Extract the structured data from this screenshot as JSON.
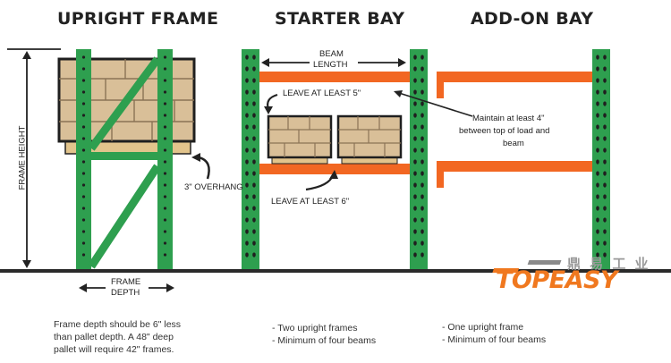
{
  "titles": {
    "upright_frame": "UPRIGHT FRAME",
    "starter_bay": "STARTER BAY",
    "add_on_bay": "ADD-ON BAY"
  },
  "labels": {
    "frame_height": "FRAME HEIGHT",
    "overhang": "3\" OVERHANG",
    "frame_depth_line1": "FRAME",
    "frame_depth_line2": "DEPTH",
    "beam_length_line1": "BEAM",
    "beam_length_line2": "LENGTH",
    "leave_top": "LEAVE AT LEAST 5\"",
    "leave_bottom": "LEAVE AT LEAST 6\"",
    "maintain_line1": "Maintain at least 4\"",
    "maintain_line2": "between top of load and",
    "maintain_line3": "beam"
  },
  "captions": {
    "upright": [
      "Frame depth should be 6\" less",
      "than pallet depth. A 48\" deep",
      "pallet will require 42\" frames."
    ],
    "starter": [
      "- Two upright frames",
      "- Minimum of four beams"
    ],
    "add_on": [
      "- One upright frame",
      "- Minimum of four beams"
    ]
  },
  "logo": {
    "text": "TOPEASY",
    "chinese": "鼎 易 工 业"
  },
  "colors": {
    "upright_green": "#2e9f4f",
    "beam_orange": "#f26722",
    "pallet_tan": "#d9bf98",
    "pallet_dark": "#1f1f1f",
    "ground": "#2a2a2a",
    "logo_orange": "#f0781f"
  }
}
